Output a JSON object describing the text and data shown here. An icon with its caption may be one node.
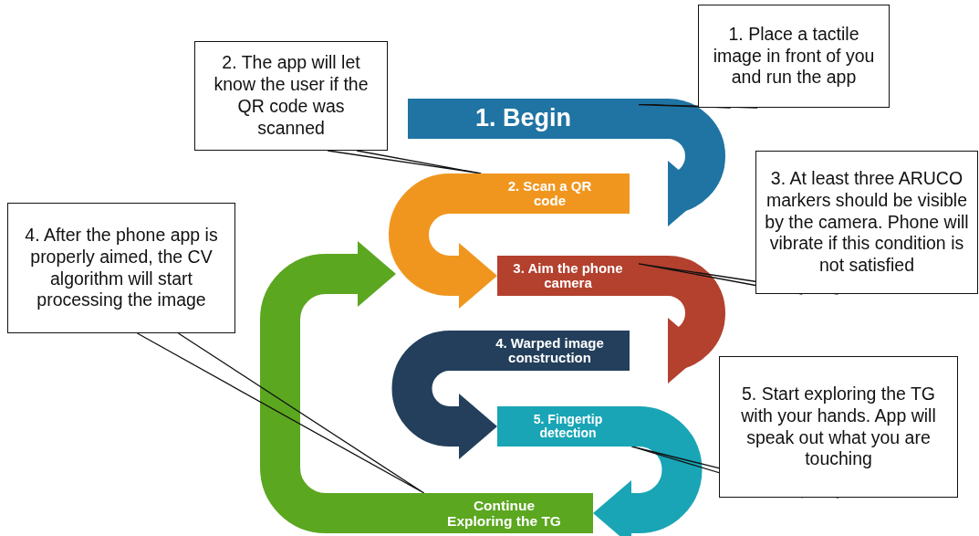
{
  "diagram": {
    "nodes": [
      {
        "text": [
          "1. Begin"
        ]
      },
      {
        "text": [
          "2. Scan a QR code"
        ]
      },
      {
        "text": [
          "3. Aim the phone camera"
        ]
      },
      {
        "text": [
          "4. Warped image construction"
        ]
      },
      {
        "text": [
          "5. Fingertip detection"
        ]
      },
      {
        "text": [
          "Continue Exploring the TG"
        ]
      },
      {
        "text": [
          "1. Place a tactile image in front of you and run the app"
        ]
      },
      {
        "text": [
          "2. The app will let know the user if the QR code was scanned"
        ]
      },
      {
        "text": [
          "3. At least three ARUCO markers should be visible by the camera. Phone will vibrate if this condition is not satisfied"
        ]
      },
      {
        "text": [
          "4. After the phone app is properly aimed, the CV algorithm will start processing the image"
        ]
      },
      {
        "text": [
          "5. Start exploring the TG with your hands. App will speak out what you are touching"
        ]
      }
    ],
    "edges": [
      {
        "from": 0,
        "to": 1,
        "arrow": "to",
        "color": "#1f74a3"
      },
      {
        "from": 1,
        "to": 2,
        "arrow": "to",
        "color": "#f0961f"
      },
      {
        "from": 2,
        "to": 3,
        "arrow": "to",
        "color": "#b3412e"
      },
      {
        "from": 3,
        "to": 4,
        "arrow": "to",
        "color": "#233f5b"
      },
      {
        "from": 4,
        "to": 5,
        "arrow": "to",
        "color": "#19a5b6"
      },
      {
        "from": 5,
        "to": 1,
        "arrow": "to",
        "color": "#5ba720"
      },
      {
        "from": 6,
        "to": 0,
        "arrow": "none"
      },
      {
        "from": 7,
        "to": 1,
        "arrow": "none"
      },
      {
        "from": 8,
        "to": 2,
        "arrow": "none"
      },
      {
        "from": 9,
        "to": 5,
        "arrow": "none"
      },
      {
        "from": 10,
        "to": 4,
        "arrow": "none"
      }
    ]
  }
}
